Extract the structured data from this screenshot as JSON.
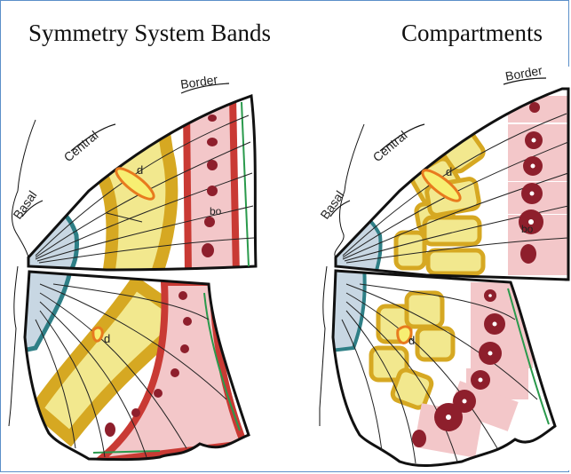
{
  "panels": {
    "left": {
      "title": "Symmetry System Bands",
      "labels": {
        "basal": "Basal",
        "central": "Central",
        "border": "Border",
        "discal": "d",
        "border_ocelli": "bo",
        "discal_hind": "d"
      }
    },
    "right": {
      "title": "Compartments",
      "labels": {
        "basal": "Basal",
        "central": "Central",
        "border": "Border",
        "discal": "d",
        "border_ocelli": "bo",
        "discal_hind": "d"
      }
    }
  },
  "colors": {
    "basal_fill": "#c8d7e3",
    "basal_edge": "#2e7f86",
    "central_fill": "#f2e88e",
    "central_edge": "#d6a822",
    "border_fill": "#f3c7c9",
    "border_edge": "#c93a34",
    "ocellus": "#8e1f2c",
    "margin_green": "#2a9a4c",
    "outline": "#111111"
  }
}
